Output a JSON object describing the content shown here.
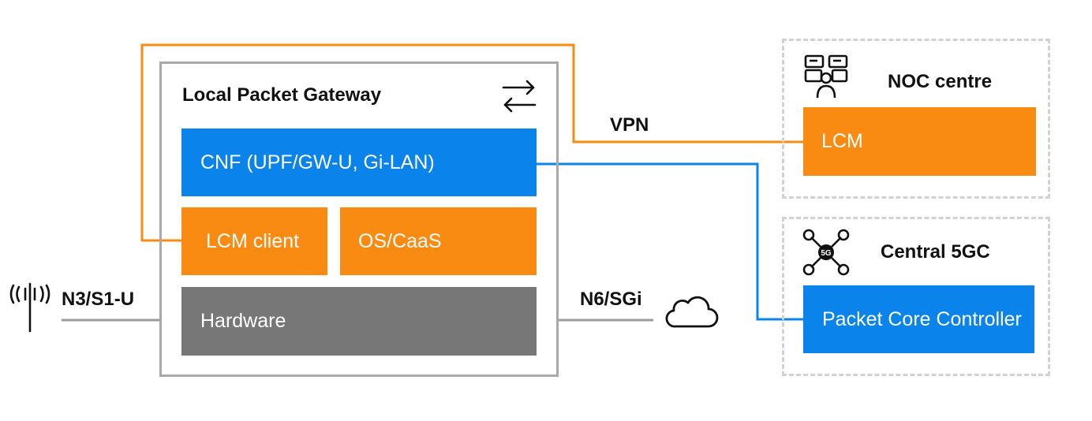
{
  "colors": {
    "orange": "#f98b12",
    "blue": "#0a84ea",
    "gray": "#777777",
    "frame": "#a9a9a9",
    "link_gray": "#9b9b9b"
  },
  "gateway": {
    "title": "Local Packet Gateway",
    "icon": "swap-arrows-icon",
    "cnf_label": "CNF (UPF/GW-U, Gi-LAN)",
    "lcm_client_label": "LCM client",
    "os_caas_label": "OS/CaaS",
    "hardware_label": "Hardware"
  },
  "links": {
    "vpn_label": "VPN",
    "n3_label": "N3/S1-U",
    "n6_label": "N6/SGi"
  },
  "noc": {
    "title": "NOC centre",
    "icon": "noc-operator-icon",
    "lcm_label": "LCM"
  },
  "core": {
    "title": "Central 5GC",
    "icon": "5g-network-icon",
    "icon_badge": "5G",
    "controller_label": "Packet Core Controller"
  },
  "icons": {
    "antenna": "antenna-icon",
    "cloud": "cloud-icon"
  }
}
